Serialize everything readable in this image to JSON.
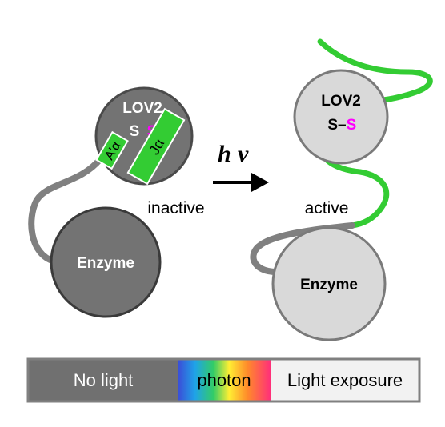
{
  "inactive_state": {
    "domain_label": "LOV2",
    "sulfur_left": "S",
    "sulfur_right": "S",
    "helix_a_label": "A'α",
    "helix_j_label": "Jα",
    "enzyme_label": "Enzyme",
    "state_label": "inactive"
  },
  "transition": {
    "h": "h",
    "nu": "ν"
  },
  "active_state": {
    "domain_label": "LOV2",
    "bond_left": "S–",
    "bond_right": "S",
    "enzyme_label": "Enzyme",
    "state_label": "active"
  },
  "legend": {
    "dark_label": "No light",
    "photon_label": "photon",
    "light_label": "Light exposure"
  },
  "colors": {
    "inactive_fill": "#737373",
    "active_fill": "#d9d9d9",
    "outline": "#4a4a4a",
    "linker": "#808080",
    "helix_green": "#33cc33",
    "sulfur_magenta": "#ff00ff",
    "legend_border": "#808080",
    "legend_dark": "#707070",
    "legend_light": "#f2f2f2"
  }
}
